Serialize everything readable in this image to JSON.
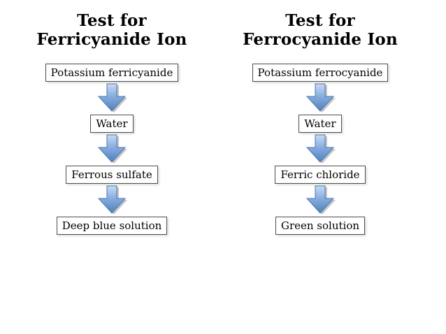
{
  "diagram": {
    "columns": [
      {
        "title": [
          "Test for",
          "Ferricyanide Ion"
        ],
        "steps": [
          "Potassium ferricyanide",
          "Water",
          "Ferrous sulfate",
          "Deep blue solution"
        ]
      },
      {
        "title": [
          "Test for",
          "Ferrocyanide Ion"
        ],
        "steps": [
          "Potassium ferrocyanide",
          "Water",
          "Ferric chloride",
          "Green solution"
        ]
      }
    ],
    "colors": {
      "background": "#ffffff",
      "box_border": "#4d4d4d",
      "text": "#000000",
      "arrow_gradient_top": "#c9dbf4",
      "arrow_gradient_mid": "#82a9dd",
      "arrow_gradient_bottom": "#4f81bd",
      "arrow_stroke": "#4a76ae",
      "arrow_shadow": "#c4c4c4"
    }
  }
}
